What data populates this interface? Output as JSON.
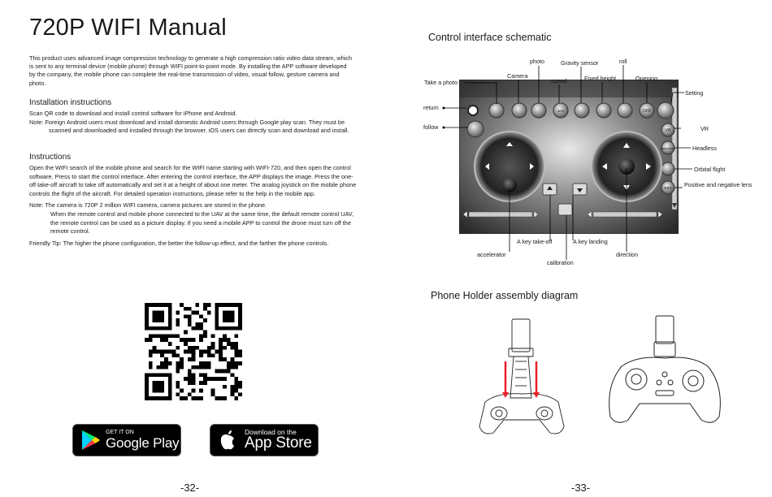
{
  "left_page": {
    "title": "720P WIFI Manual",
    "intro": "This product uses advanced image compression technology to generate a high compression ratio video data stream, which is sent to any terminal device (mobile phone) through WIFI point-to-point mode. By installing the APP software developed by the company, the mobile phone can complete the real-time transmission of video, visual follow, gesture camera and photo.",
    "installation": {
      "heading": "Installation instructions",
      "line1": "Scan QR code to download and install control software for iPhone and Android.",
      "note": "Note: Foreign Android users must download and install domestic Android users through Google play scan. They must be scanned and downloaded and installed through the browser. iOS users can directly scan and download and install."
    },
    "instructions": {
      "heading": "Instructions",
      "paragraph": "Open the WIFI search of the mobile phone and search for the WIFI name starting with WIFI-720, and then open the control software. Press to start the control interface. After entering the control interface, the APP displays the image. Press the one-off take-off aircraft to take off automatically and set it at a height of about one meter. The analog joystick on the mobile phone controls the flight of the aircraft. For detailed operation instructions, please refer to the help in the mobile app.",
      "note_first": "Note: The camera is 720P 2 million WIFI camera, camera pictures are stored in the phone.",
      "note_rest": "When the remote control and mobile phone connected to the UAV at the same time, the default remote control UAV, the remote control can be used as a picture display. If you need a mobile APP to control the drone must turn off the remote control.",
      "tip": "Friendly Tip: The higher the phone configuration, the better the follow-up effect, and the farther the phone controls."
    },
    "badges": {
      "google_small": "GET IT ON",
      "google_big": "Google Play",
      "apple_small": "Download on the",
      "apple_big": "App Store"
    },
    "page_number": "-32-"
  },
  "right_page": {
    "schematic_title": "Control interface schematic",
    "labels": {
      "take_photo": "Take a photo",
      "return": "return",
      "follow": "follow",
      "camera": "Camera",
      "photo": "photo",
      "speed": "speed",
      "gravity_sensor": "Gravity sensor",
      "fixed_height": "Fixed height",
      "roll": "roll",
      "opening": "Opening",
      "setting": "Setting",
      "vr": "VR",
      "headless": "Headless",
      "orbital_flight": "Orbital flight",
      "lens": "Positive and negative lens",
      "accelerator": "accelerator",
      "take_off": "A key take-off",
      "landing": "A key landing",
      "calibration": "calibration",
      "direction": "direction"
    },
    "screen": {
      "speed_value": "30%",
      "off_label": "OFF",
      "vr_label": "VR",
      "headless_label": "HEAD MODE",
      "rev_label": "REV"
    },
    "holder_title": "Phone Holder assembly diagram",
    "page_number": "-33-"
  }
}
